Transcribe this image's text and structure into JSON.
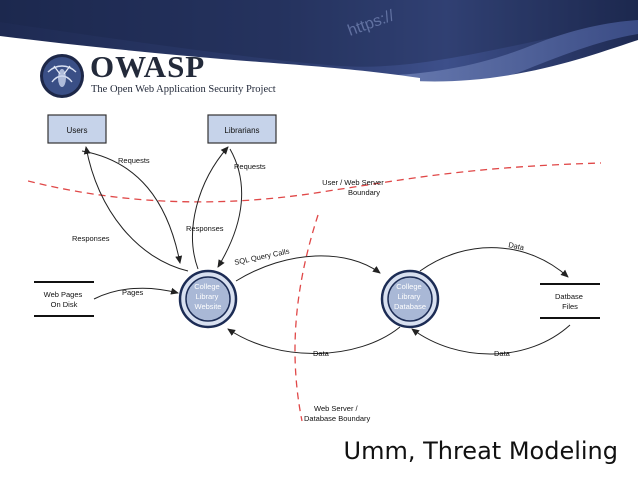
{
  "banner": {
    "background_colors": [
      "#1e2a52",
      "#3d4f8a",
      "#7d8fc2"
    ],
    "url_watermark": "https://"
  },
  "logo": {
    "wordmark": "OWASP",
    "tagline": "The Open Web Application Security Project",
    "icon": "owasp-wasp-icon"
  },
  "diagram": {
    "entities": {
      "users": "Users",
      "librarians": "Librarians"
    },
    "processes": {
      "website": [
        "College",
        "Library",
        "Website"
      ],
      "database": [
        "College",
        "Library",
        "Database"
      ]
    },
    "stores": {
      "web_pages": [
        "Web Pages",
        "On Disk"
      ],
      "db_files": [
        "Datbase",
        "Files"
      ]
    },
    "flows": {
      "users_requests": "Requests",
      "users_responses": "Responses",
      "lib_requests": "Requests",
      "lib_responses": "Responses",
      "pages": "Pages",
      "sql": "SQL Query Calls",
      "data_website": "Data",
      "data_to_files": "Data",
      "data_from_files": "Data"
    },
    "boundaries": {
      "user_web": [
        "User / Web Server",
        "Boundary"
      ],
      "web_db": [
        "Web Server /",
        "Database Boundary"
      ]
    },
    "colors": {
      "process_fill": "#a9b8d6",
      "process_ring": "#1c2c55",
      "entity_fill": "#c6d3ea",
      "boundary": "#e04848",
      "line": "#222222"
    }
  },
  "footer": {
    "title": "Umm, Threat Modeling"
  }
}
